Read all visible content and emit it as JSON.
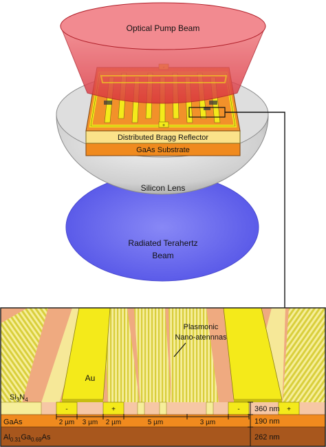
{
  "labels": {
    "optical_pump_beam": "Optical Pump Beam",
    "distributed_bragg_reflector": "Distributed Bragg Reflector",
    "gaas_substrate": "GaAs Substrate",
    "silicon_lens": "Silicon Lens",
    "radiated_thz_line1": "Radiated Terahertz",
    "radiated_thz_line2": "Beam",
    "plasmonic_line1": "Plasmonic",
    "plasmonic_line2": "Nano-atennnas",
    "au": "Au",
    "si": "Si",
    "si_sub": "3",
    "n": "N",
    "n_sub": "4",
    "gaas": "GaAs",
    "al": "Al",
    "al_sub": "0.31",
    "ga": "Ga",
    "ga_sub": "0.69",
    "as": "As",
    "minus": "-",
    "plus": "+"
  },
  "dimensions": {
    "d1": "2 µm",
    "d2": "3 µm",
    "d3": "2 µm",
    "d4": "5 µm",
    "d5": "3 µm",
    "t_si3n4": "360 nm",
    "t_gaas": "190 nm",
    "t_algaas": "262 nm"
  },
  "colors": {
    "pump_beam": "#e8505a",
    "thz_beam": "#6b6bf0",
    "lens": "#d6d6d6",
    "gold": "#f4ea1a",
    "gaas_orange": "#f08a1e",
    "dbr_yellow": "#fbe28a",
    "algaas_brown": "#a8571d",
    "si3n4_peach": "#efaa80"
  }
}
